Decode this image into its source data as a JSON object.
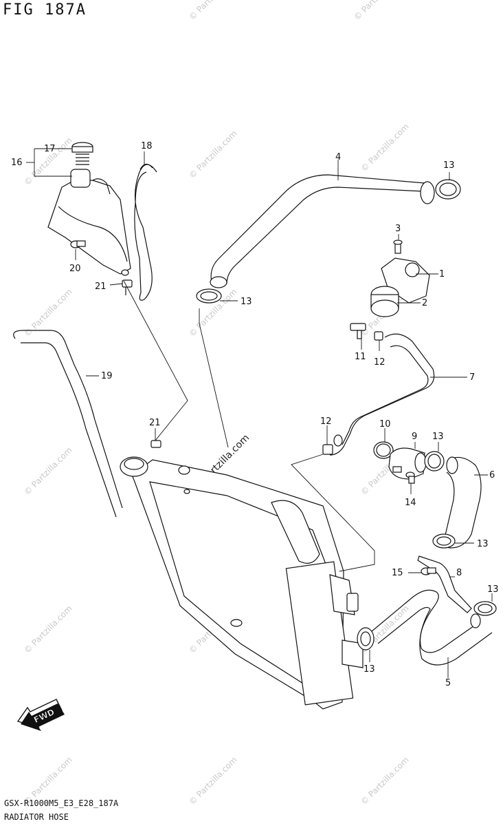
{
  "figure": {
    "title": "FIG 187A",
    "code": "GSX-R1000M5_E3_E28_187A",
    "name": "RADIATOR HOSE"
  },
  "watermark": {
    "text": "© Partzilla.com",
    "featured": "Partzilla.com"
  },
  "fwd_label": "FWD",
  "callouts": {
    "c1": "1",
    "c2": "2",
    "c3": "3",
    "c4": "4",
    "c5": "5",
    "c6": "6",
    "c7": "7",
    "c8": "8",
    "c9": "9",
    "c10": "10",
    "c11": "11",
    "c12a": "12",
    "c12b": "12",
    "c13a": "13",
    "c13b": "13",
    "c13c": "13",
    "c13d": "13",
    "c13e": "13",
    "c13f": "13",
    "c14": "14",
    "c15": "15",
    "c16": "16",
    "c17": "17",
    "c18": "18",
    "c19": "19",
    "c20": "20",
    "c21a": "21",
    "c21b": "21"
  }
}
